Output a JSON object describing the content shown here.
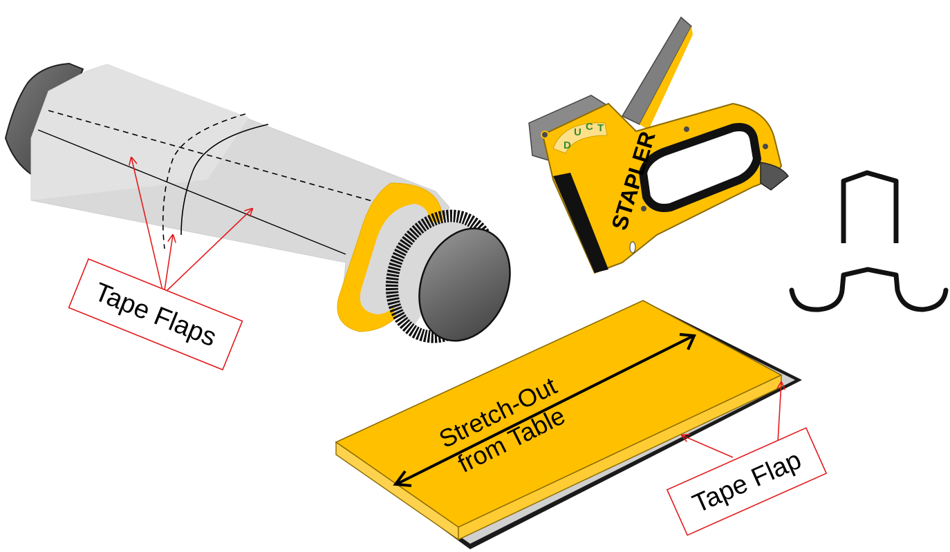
{
  "labels": {
    "tape_flaps": "Tape Flaps",
    "tape_flap": "Tape Flap",
    "stretch_out_line1": "Stretch-Out",
    "stretch_out_line2": "from Table"
  },
  "stapler": {
    "brand": "STAPLER",
    "duct_letters": [
      "D",
      "U",
      "C",
      "T"
    ]
  },
  "colors": {
    "insulation_yellow": "#FFC000",
    "wrap_gray": "#D9D9D9",
    "duct_metal": "#6E6E6E",
    "callout_red": "#E31A1C",
    "duct_letter_green": "#2E8B2E"
  },
  "icons": {
    "duct_roll": "insulated-duct-roll-icon",
    "stapler": "hammer-stapler-icon",
    "staples": "staple-icon",
    "board": "insulation-board-icon"
  }
}
